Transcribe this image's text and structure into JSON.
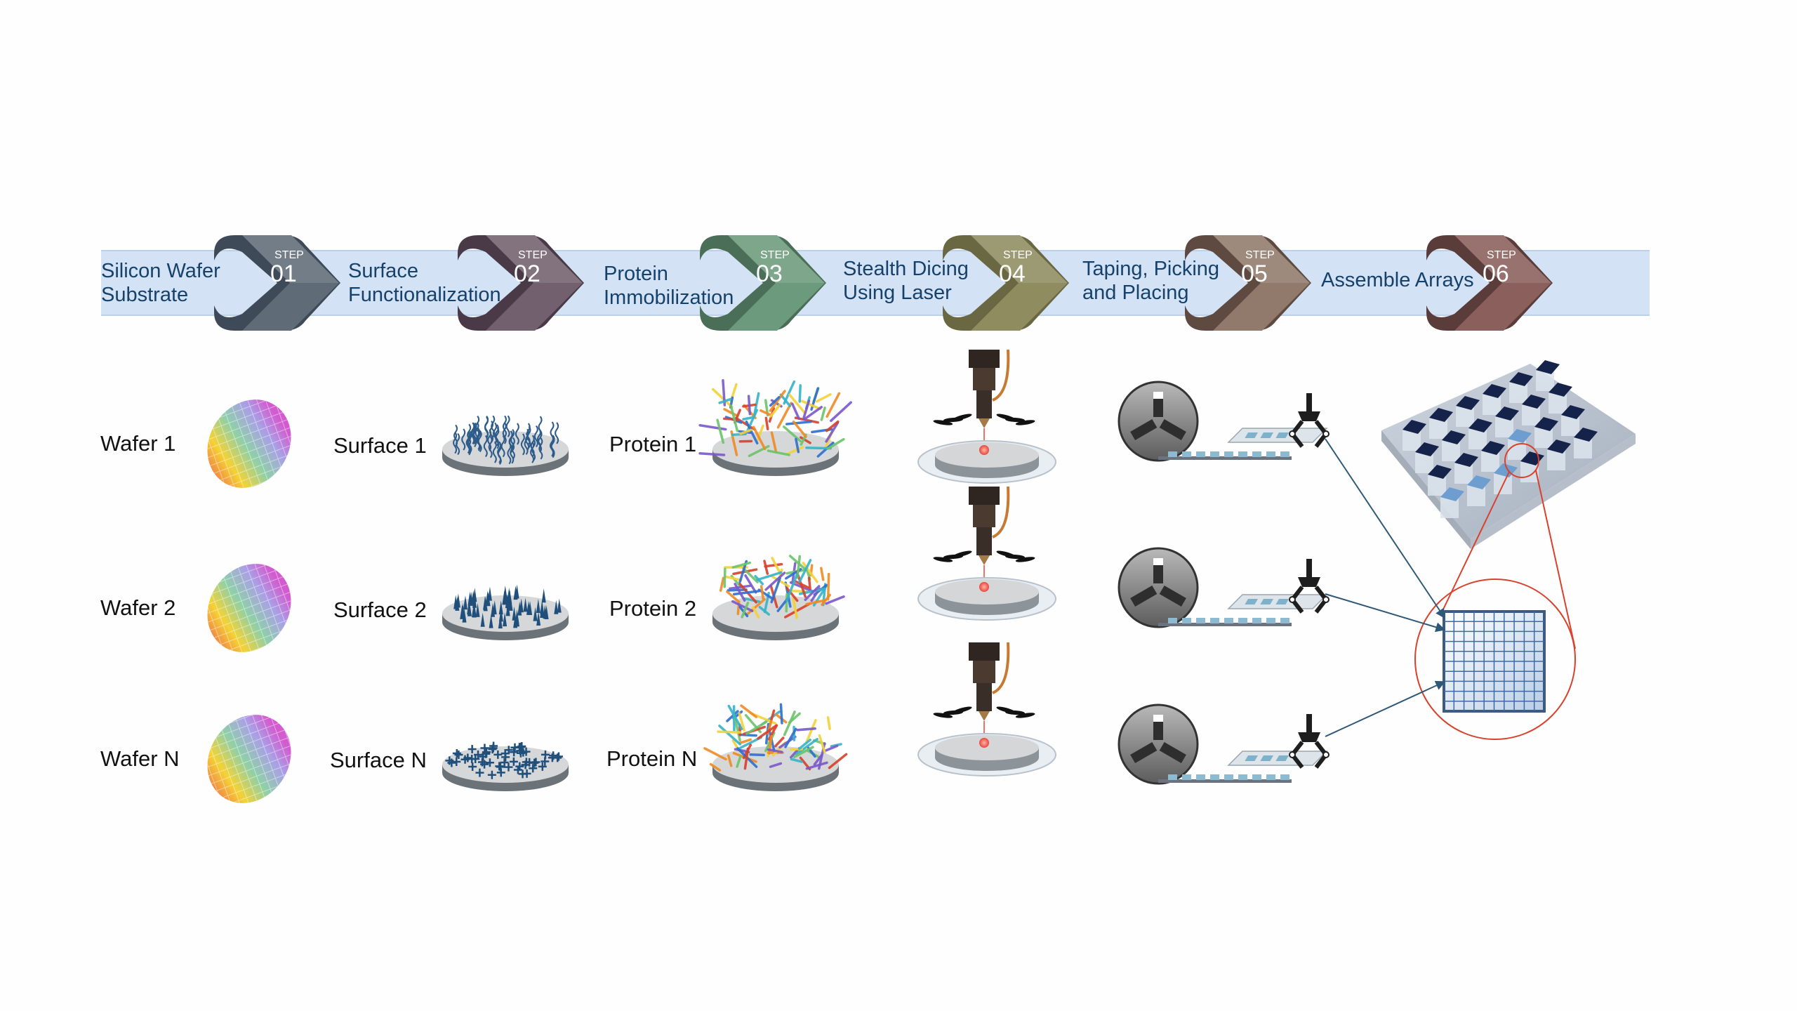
{
  "steps": [
    {
      "step_word": "STEP",
      "number": "01",
      "title": "Silicon Wafer\nSubstrate",
      "line1": "Silicon Wafer",
      "line2": "Substrate",
      "color": "#5f6b77",
      "dark": "#3e4a58"
    },
    {
      "step_word": "STEP",
      "number": "02",
      "title": "Surface Functionalization",
      "line1": "Surface",
      "line2": "Functionalization",
      "color": "#72606e",
      "dark": "#4a3a48"
    },
    {
      "step_word": "STEP",
      "number": "03",
      "title": "Protein Immobilization",
      "line1": "Protein",
      "line2": "Immobilization",
      "color": "#6b9a7c",
      "dark": "#4a6e57"
    },
    {
      "step_word": "STEP",
      "number": "04",
      "title": "Stealth Dicing Using Laser",
      "line1": "Stealth Dicing",
      "line2": "Using Laser",
      "color": "#8f8c60",
      "dark": "#6a6743"
    },
    {
      "step_word": "STEP",
      "number": "05",
      "title": "Taping, Picking and Placing",
      "line1": "Taping, Picking",
      "line2": "and Placing",
      "color": "#917a6c",
      "dark": "#5e4a40"
    },
    {
      "step_word": "STEP",
      "number": "06",
      "title": "Assemble Arrays",
      "line1": "Assemble Arrays",
      "line2": "",
      "color": "#8a5f5c",
      "dark": "#5a3d3a"
    }
  ],
  "rows": [
    {
      "wafer": "Wafer 1",
      "surface": "Surface 1",
      "protein": "Protein 1",
      "surface_pattern": "wavy-chains"
    },
    {
      "wafer": "Wafer 2",
      "surface": "Surface 2",
      "protein": "Protein 2",
      "surface_pattern": "cones"
    },
    {
      "wafer": "Wafer N",
      "surface": "Surface N",
      "protein": "Protein N",
      "surface_pattern": "plus-charges"
    }
  ],
  "colors": {
    "banner": "#d3e3f5",
    "title_text": "#16416b",
    "label_text": "#111111",
    "arrow": "#2f5878",
    "zoom_circle": "#d9412c",
    "laser_spot": "#e8473a"
  },
  "icons": {
    "wafer": "rainbow-wafer-icon",
    "surface": "functionalized-disc-icon",
    "protein": "protein-coated-disc-icon",
    "laser": "laser-head-icon",
    "reel": "tape-reel-icon",
    "gripper": "robotic-gripper-icon",
    "array_plate": "array-plate-icon",
    "microarray": "microarray-grid-icon"
  }
}
